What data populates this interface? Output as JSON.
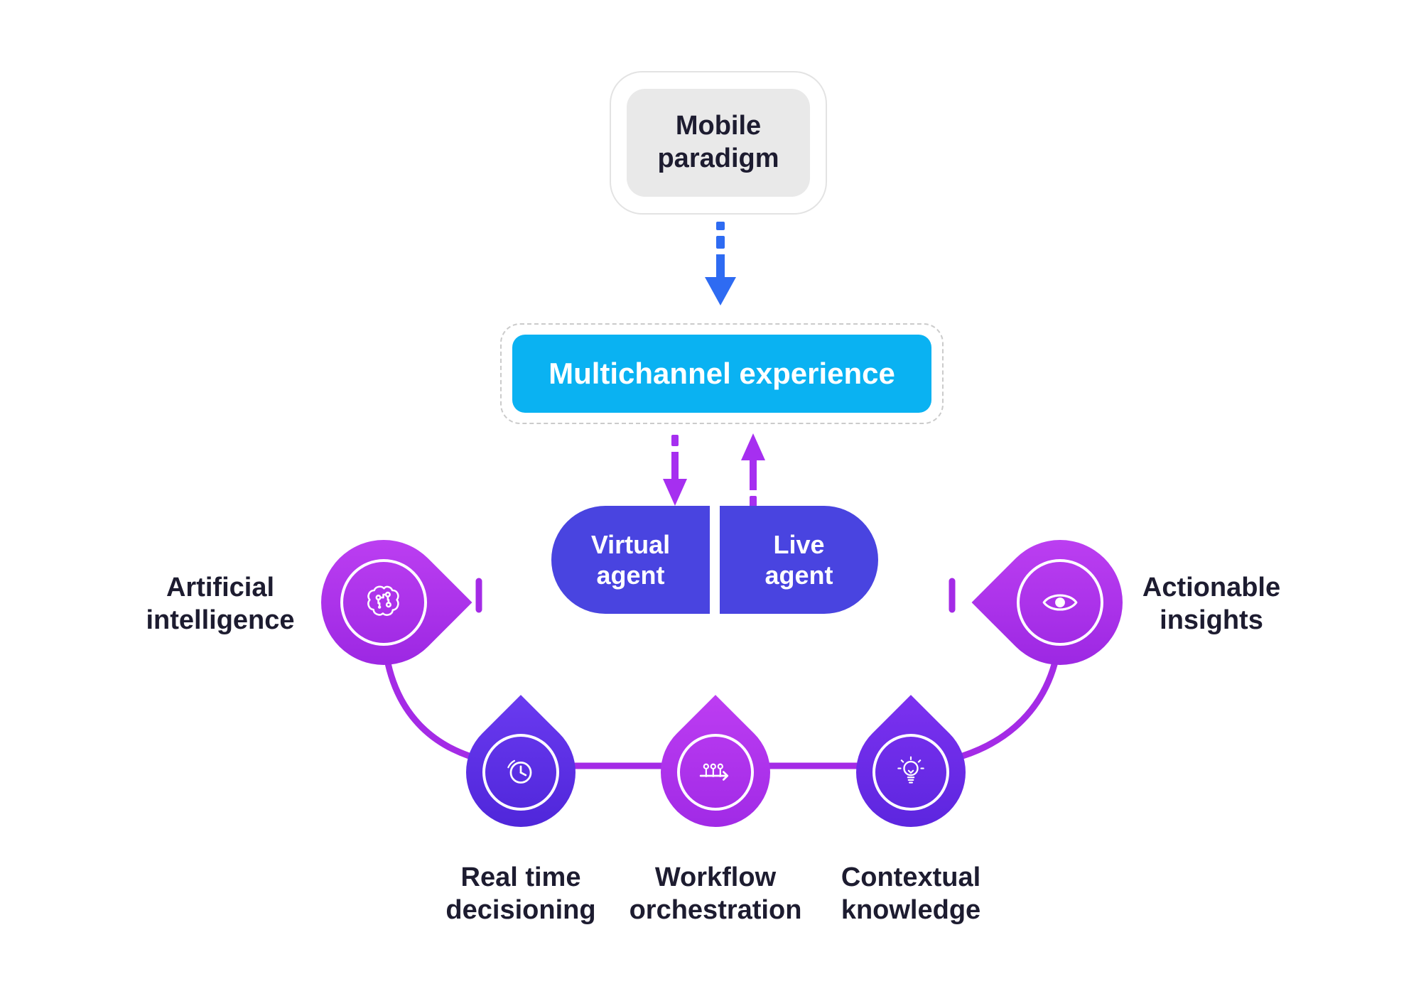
{
  "diagram": {
    "mobile_paradigm": {
      "label": "Mobile paradigm"
    },
    "multichannel": {
      "label": "Multichannel experience"
    },
    "virtual_agent": {
      "label": "Virtual agent"
    },
    "live_agent": {
      "label": "Live agent"
    },
    "artificial_intelligence": {
      "label": "Artificial intelligence",
      "icon": "brain-circuit-icon"
    },
    "actionable_insights": {
      "label": "Actionable insights",
      "icon": "eye-icon"
    },
    "real_time_decisioning": {
      "label": "Real time decisioning",
      "icon": "clock-icon"
    },
    "workflow_orchestration": {
      "label": "Workflow orchestration",
      "icon": "workflow-icon"
    },
    "contextual_knowledge": {
      "label": "Contextual knowledge",
      "icon": "lightbulb-icon"
    },
    "colors": {
      "background": "#ffffff",
      "text": "#1d1c30",
      "blue_arrow": "#2e6bf2",
      "purple_arrow": "#a62ff0",
      "multichannel_fill": "#0ab2f2",
      "agent_pill_fill": "#4944e0",
      "mobile_box_fill": "#e9e9e9",
      "dashed_border": "#cbcbcb",
      "connector_curve": "#a42be6",
      "drop_gradient_magenta": [
        "#c243f4",
        "#9623e0"
      ],
      "drop_gradient_indigo": [
        "#6a3af0",
        "#4b23d6"
      ],
      "drop_gradient_violet": [
        "#7c31f0",
        "#5724dc"
      ]
    }
  }
}
